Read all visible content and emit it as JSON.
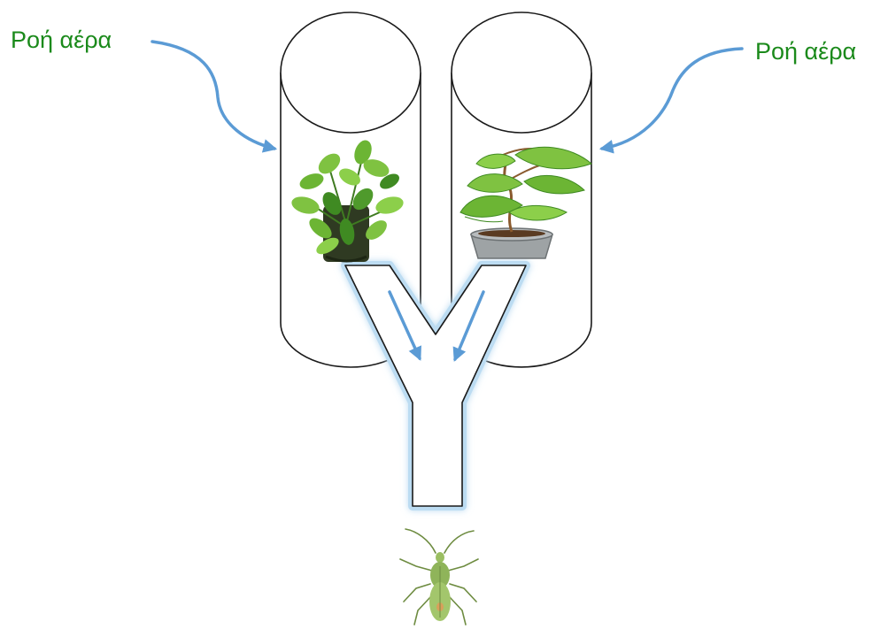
{
  "labels": {
    "left_airflow": "Ροή αέρα",
    "right_airflow": "Ροή αέρα"
  },
  "colors": {
    "label_text": "#1b8a1b",
    "arrow": "#5b9bd5",
    "outline": "#1a1a1a",
    "leaf_light": "#7fc241",
    "leaf_dark": "#3f8a22",
    "pot": "#9ea3a5",
    "insect": "#8fb45a"
  },
  "diagram": {
    "chambers": [
      {
        "name": "left-chamber",
        "content": "plant-left"
      },
      {
        "name": "right-chamber",
        "content": "plant-right"
      }
    ],
    "connector": "y-tube",
    "subject": "insect"
  }
}
